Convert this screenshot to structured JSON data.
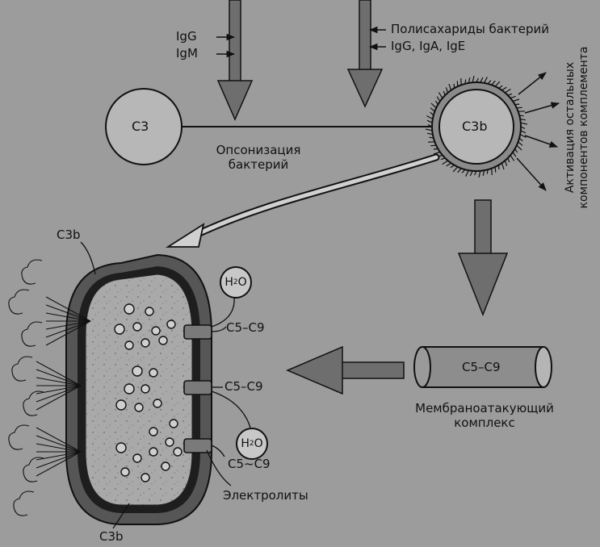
{
  "labels": {
    "igg": "IgG",
    "igm": "IgM",
    "polysaccharides": "Полисахариды бактерий",
    "igg_iga_ige": "IgG, IgA, IgE",
    "c3": "C3",
    "c3b_top": "C3b",
    "opsonization_line1": "Опсонизация",
    "opsonization_line2": "бактерий",
    "activation_line1": "Активация остальных",
    "activation_line2": "компонентов комплемента",
    "c3b_bacterium_top": "C3b",
    "c3b_bacterium_bottom": "C3b",
    "mac_cylinder": "C5–C9",
    "mac_line1": "Мембраноатакующий",
    "mac_line2": "комплекс",
    "pore1": "C5–C9",
    "pore2": "C5–C9",
    "pore3": "C5~C9",
    "electrolytes": "Электролиты",
    "h2o_top_main": "H",
    "h2o_top_sub": "2",
    "h2o_top_o": "O",
    "h2o_bottom_main": "H",
    "h2o_bottom_sub": "2",
    "h2o_bottom_o": "O"
  },
  "colors": {
    "background": "#9c9c9c",
    "arrow_fill": "#6e6e6e",
    "bacterium_fill": "#a8a8a8",
    "membrane": "#1e1e1e",
    "ink": "#111111"
  }
}
